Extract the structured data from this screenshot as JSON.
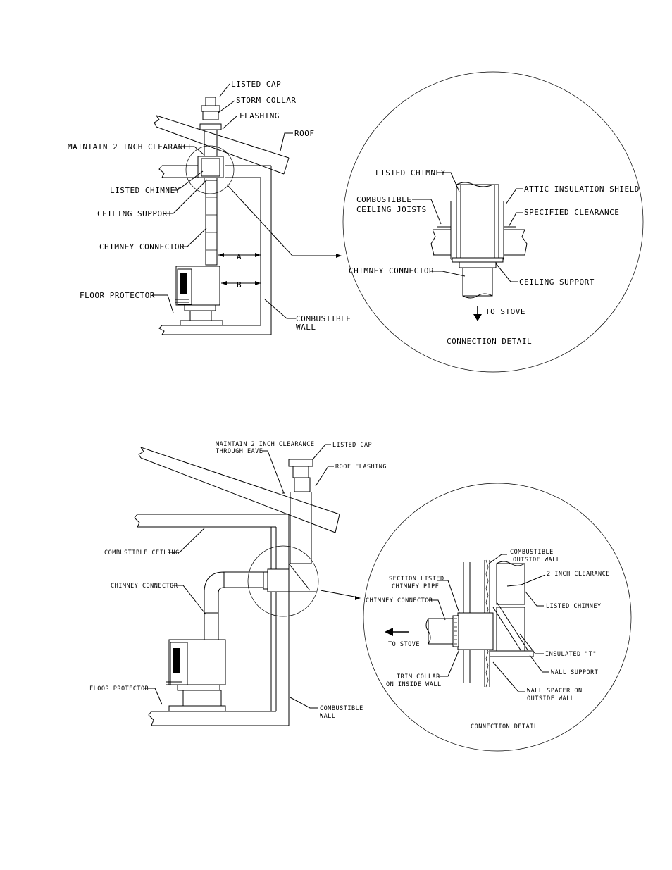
{
  "diagram_top": {
    "labels": {
      "listed_cap": "LISTED CAP",
      "storm_collar": "STORM COLLAR",
      "flashing": "FLASHING",
      "roof": "ROOF",
      "maintain_clearance": "MAINTAIN 2 INCH CLEARANCE",
      "listed_chimney": "LISTED CHIMNEY",
      "ceiling_support": "CEILING SUPPORT",
      "chimney_connector": "CHIMNEY CONNECTOR",
      "dim_a": "A",
      "dim_b": "B",
      "floor_protector": "FLOOR PROTECTOR",
      "combustible_wall_1": "COMBUSTIBLE",
      "combustible_wall_2": "WALL"
    },
    "detail": {
      "listed_chimney": "LISTED CHIMNEY",
      "attic_insulation_shield": "ATTIC INSULATION SHIELD",
      "combustible_1": "COMBUSTIBLE",
      "combustible_2": "CEILING JOISTS",
      "specified_clearance": "SPECIFIED CLEARANCE",
      "chimney_connector": "CHIMNEY CONNECTOR",
      "ceiling_support": "CEILING SUPPORT",
      "to_stove": "TO STOVE",
      "title": "CONNECTION DETAIL"
    }
  },
  "diagram_bottom": {
    "labels": {
      "maintain_1": "MAINTAIN 2 INCH CLEARANCE",
      "maintain_2": "THROUGH EAVE",
      "listed_cap": "LISTED CAP",
      "roof_flashing": "ROOF FLASHING",
      "combustible_ceiling": "COMBUSTIBLE CEILING",
      "chimney_connector": "CHIMNEY CONNECTOR",
      "floor_protector": "FLOOR PROTECTOR",
      "combustible_wall_1": "COMBUSTIBLE",
      "combustible_wall_2": "WALL"
    },
    "detail": {
      "combustible_outside_1": "COMBUSTIBLE",
      "combustible_outside_2": "OUTSIDE WALL",
      "two_inch_clearance": "2 INCH CLEARANCE",
      "section_listed_1": "SECTION LISTED",
      "section_listed_2": "CHIMNEY PIPE",
      "chimney_connector": "CHIMNEY CONNECTOR",
      "listed_chimney": "LISTED CHIMNEY",
      "to_stove": "TO STOVE",
      "insulated_t": "INSULATED \"T\"",
      "wall_support": "WALL SUPPORT",
      "trim_collar_1": "TRIM COLLAR",
      "trim_collar_2": "ON INSIDE WALL",
      "wall_spacer_1": "WALL SPACER ON",
      "wall_spacer_2": "OUTSIDE WALL",
      "title": "CONNECTION DETAIL"
    }
  }
}
